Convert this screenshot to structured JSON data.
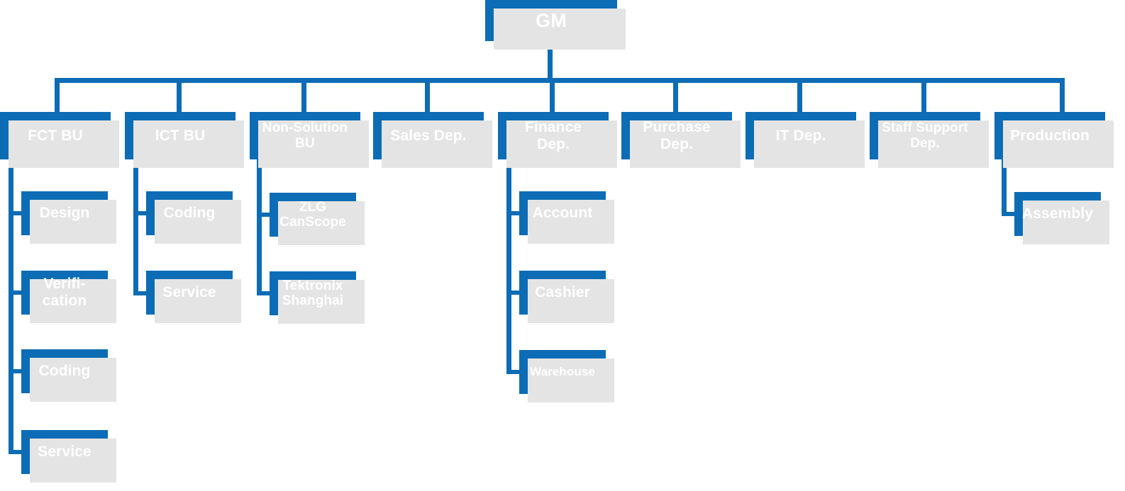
{
  "diagram": {
    "title": "Organization Chart",
    "colors": {
      "box_fill": "#0c6cb5",
      "box_text": "#ffffff",
      "shadow": "#e4e4e4",
      "connector": "#0c6cb5",
      "background": "#ffffff"
    },
    "root": {
      "label": "GM"
    },
    "level1": [
      {
        "label": "FCT BU"
      },
      {
        "label": "ICT BU"
      },
      {
        "label": "Non-Solution\nBU"
      },
      {
        "label": "Sales Dep."
      },
      {
        "label": "Finance\nDep."
      },
      {
        "label": "Purchase\nDep."
      },
      {
        "label": "IT Dep."
      },
      {
        "label": "Staff Support\nDep."
      },
      {
        "label": "Production"
      }
    ],
    "level2": {
      "fct_bu": [
        {
          "label": "Design"
        },
        {
          "label": "Verifi-\ncation"
        },
        {
          "label": "Coding"
        },
        {
          "label": "Service"
        }
      ],
      "ict_bu": [
        {
          "label": "Coding"
        },
        {
          "label": "Service"
        }
      ],
      "non_solution_bu": [
        {
          "label": "ZLG\nCanScope"
        },
        {
          "label": "Tektronix\nShanghai"
        }
      ],
      "sales_dep": [],
      "finance_dep": [
        {
          "label": "Account"
        },
        {
          "label": "Cashier"
        },
        {
          "label": "Warehouse"
        }
      ],
      "purchase_dep": [],
      "it_dep": [],
      "staff_support_dep": [],
      "production": [
        {
          "label": "Assembly"
        }
      ]
    }
  }
}
